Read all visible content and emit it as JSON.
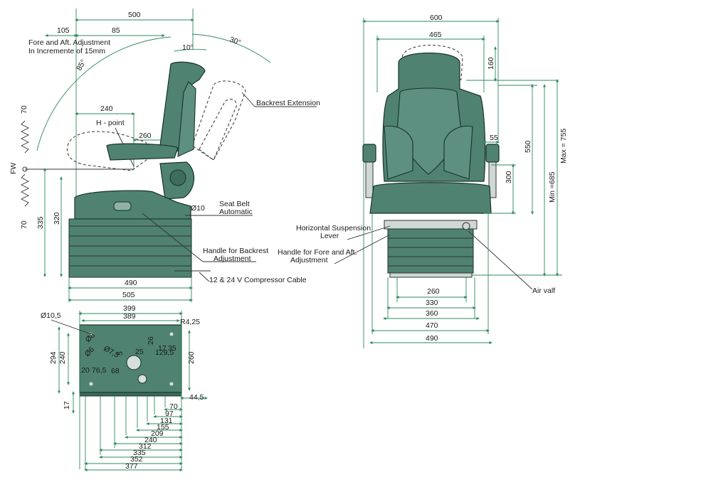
{
  "side_view": {
    "dims": {
      "width_top": "500",
      "d105": "105",
      "d85": "85",
      "angle_10": "10°",
      "angle_30": "30°",
      "angle_85": "85°",
      "d240": "240",
      "d260": "260",
      "fw_70_top": "70",
      "fw": "FW",
      "fw_70_bottom": "70",
      "h335": "335",
      "h320": "320",
      "base_490": "490",
      "base_505": "505"
    },
    "labels": {
      "fore_aft_1": "Fore and Aft. Adjustment",
      "fore_aft_2": "In Incremente of 15mm",
      "h_point": "H - point",
      "backrest_extension": "Backrest Extension",
      "seat_belt_1": "Seat Belt",
      "seat_belt_2": "Automatic",
      "d10": "Ø10",
      "handle_backrest_1": "Handle for Backrest",
      "handle_backrest_2": "Adjustment",
      "compressor": "12 & 24 V Compressor Cable"
    }
  },
  "front_view": {
    "dims": {
      "w600": "600",
      "w465": "465",
      "h160": "160",
      "d55": "55",
      "h550": "550",
      "h300": "300",
      "min": "Min =685",
      "max": "Max = 755",
      "b260": "260",
      "b330": "330",
      "b360": "360",
      "b470": "470",
      "b490": "490"
    },
    "labels": {
      "horiz_1": "Horizontal Suspension",
      "horiz_2": "Lever",
      "handle_fore_1": "Handle for Fore and Aft.",
      "handle_fore_2": "Adjustment",
      "air_valf": "Air valf"
    }
  },
  "base_plate": {
    "dims": {
      "d10_5": "Ø10,5",
      "w399": "399",
      "w389": "389",
      "r4_25": "R4,25",
      "h294": "294",
      "h240": "240",
      "h260": "260",
      "d8": "Ø8",
      "d6": "Ø6",
      "d7_5": "Ø7,5",
      "d5": "5",
      "d25": "25",
      "d26": "26",
      "d17": "17",
      "d35": "35",
      "d129_5": "129,5",
      "d20": "20",
      "d76_5": "76,5",
      "d68": "68",
      "d44_5": "44,5",
      "d17_left": "17",
      "b70": "70",
      "b97": "97",
      "b131": "131",
      "b155": "155",
      "b209": "209",
      "b240": "240",
      "b312": "312",
      "b335": "335",
      "b352": "352",
      "b377": "377"
    }
  },
  "colors": {
    "seat": "#4f8271",
    "dimension_line": "#2e8a5e"
  }
}
